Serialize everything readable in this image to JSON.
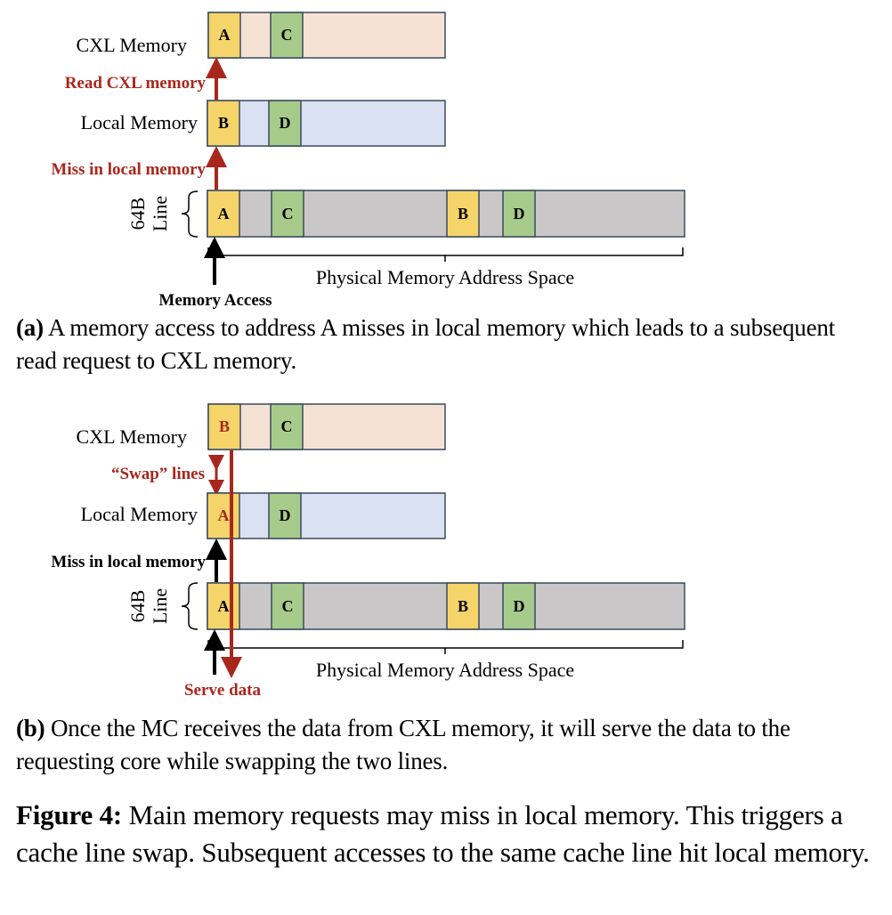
{
  "colors": {
    "cxl_fill": "#F6E2D5",
    "local_fill": "#DAE1F2",
    "phys_fill": "#C9C7C8",
    "yellow_block": "#F5D469",
    "green_block": "#A7CB8B",
    "border": "#3A4A5E",
    "accent_red": "#A8271C",
    "black": "#000000"
  },
  "panels": [
    {
      "id": "a",
      "rows": {
        "cxl": {
          "label": "CXL Memory",
          "blocks": [
            {
              "label": "A",
              "color": "yellow",
              "label_color": "black"
            },
            {
              "label": "C",
              "color": "green",
              "label_color": "black"
            }
          ]
        },
        "local": {
          "label": "Local Memory",
          "blocks": [
            {
              "label": "B",
              "color": "yellow",
              "label_color": "black"
            },
            {
              "label": "D",
              "color": "green",
              "label_color": "black"
            }
          ]
        },
        "physical": {
          "blocks": [
            {
              "label": "A",
              "color": "yellow"
            },
            {
              "label": "C",
              "color": "green"
            },
            {
              "label": "B",
              "color": "yellow"
            },
            {
              "label": "D",
              "color": "green"
            }
          ]
        }
      },
      "line_label": "64B Line",
      "line_label_top": "64B",
      "line_label_bottom": "Line",
      "address_space_label": "Physical Memory Address Space",
      "arrow_labels": {
        "upper": "Read CXL memory",
        "lower": "Miss in local memory",
        "bottom": "Memory Access"
      },
      "caption": {
        "tag": "(a)",
        "text": " A memory access to address A misses in local memory which leads to a subsequent read request to CXL memory."
      }
    },
    {
      "id": "b",
      "rows": {
        "cxl": {
          "label": "CXL Memory",
          "blocks": [
            {
              "label": "B",
              "color": "yellow",
              "label_color": "red"
            },
            {
              "label": "C",
              "color": "green",
              "label_color": "black"
            }
          ]
        },
        "local": {
          "label": "Local Memory",
          "blocks": [
            {
              "label": "A",
              "color": "yellow",
              "label_color": "red"
            },
            {
              "label": "D",
              "color": "green",
              "label_color": "black"
            }
          ]
        },
        "physical": {
          "blocks": [
            {
              "label": "A",
              "color": "yellow"
            },
            {
              "label": "C",
              "color": "green"
            },
            {
              "label": "B",
              "color": "yellow"
            },
            {
              "label": "D",
              "color": "green"
            }
          ]
        }
      },
      "line_label": "64B Line",
      "line_label_top": "64B",
      "line_label_bottom": "Line",
      "address_space_label": "Physical Memory Address Space",
      "arrow_labels": {
        "upper": "“Swap” lines",
        "lower": "Miss in local memory",
        "bottom": "Serve data"
      },
      "caption": {
        "tag": "(b)",
        "text": " Once the MC receives the data from CXL memory, it will serve the data to the requesting core while swapping the two lines."
      }
    }
  ],
  "figure_caption": {
    "tag": "Figure 4:",
    "text": " Main memory requests may miss in local memory. This triggers a cache line swap. Subsequent accesses to the same cache line hit local memory."
  }
}
